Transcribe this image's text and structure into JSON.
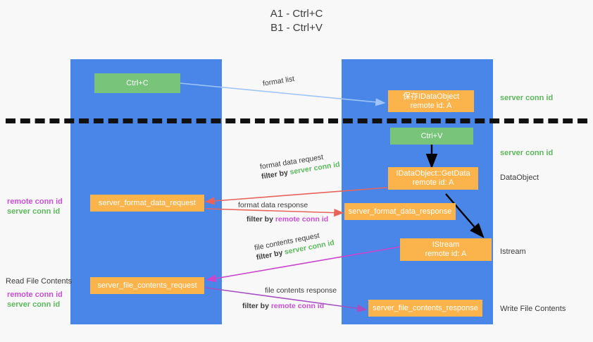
{
  "title": "A1 - Ctrl+C\nB1 - Ctrl+V",
  "colors": {
    "lane": "#4a86e8",
    "node_green": "#78c47a",
    "node_orange": "#fbb44c",
    "server_conn_id": "#5cb85c",
    "remote_conn_id": "#c94fd6",
    "arrow_blue": "#9fc5f8",
    "arrow_red": "#e8645a",
    "arrow_magenta": "#cc44cc",
    "arrow_purple": "#a64fc0",
    "arrow_black": "#000000",
    "background": "#f8f8f8"
  },
  "lanes": [
    {
      "id": "a1",
      "name": "A1",
      "role": "remote"
    },
    {
      "id": "b1",
      "name": "B1",
      "role": "connection"
    }
  ],
  "nodes": {
    "ctrl_c": {
      "label": "Ctrl+C"
    },
    "ctrl_v": {
      "label": "Ctrl+V"
    },
    "save_dataobject": {
      "line1": "保存IDataObject",
      "line2": "remote id: A"
    },
    "getdata": {
      "line1": "IDataObject::GetData",
      "line2": "remote id: A"
    },
    "istream": {
      "line1": "IStream",
      "line2": "remote id: A"
    },
    "server_format_data_request": {
      "label": "server_format_data_request"
    },
    "server_format_data_response": {
      "label": "server_format_data_response"
    },
    "server_file_contents_request": {
      "label": "server_file_contents_request"
    },
    "server_file_contents_response": {
      "label": "server_file_contents_response"
    }
  },
  "edges": {
    "format_list": {
      "label": "format list"
    },
    "format_data_request": {
      "label": "format data request",
      "filter_prefix": "filter by ",
      "filter_value": "server conn id"
    },
    "format_data_response": {
      "label": "format data response",
      "filter_prefix": "filter by ",
      "filter_value": "remote conn id"
    },
    "file_contents_request": {
      "label": "file contents request",
      "filter_prefix": "filter by ",
      "filter_value": "server conn id"
    },
    "file_contents_response": {
      "label": "file contents response",
      "filter_prefix": "filter by ",
      "filter_value": "remote conn id"
    }
  },
  "right_labels": {
    "server_conn_id_top": "server conn id",
    "server_conn_id_mid": "server conn id",
    "dataobject": "DataObject",
    "istream": "Istream",
    "write_file_contents": "Write File Contents"
  },
  "left_labels": {
    "remote_conn_id_1": "remote conn id",
    "server_conn_id_1": "server conn id",
    "read_file_contents": "Read File Contents",
    "remote_conn_id_2": "remote conn id",
    "server_conn_id_2": "server conn id"
  }
}
